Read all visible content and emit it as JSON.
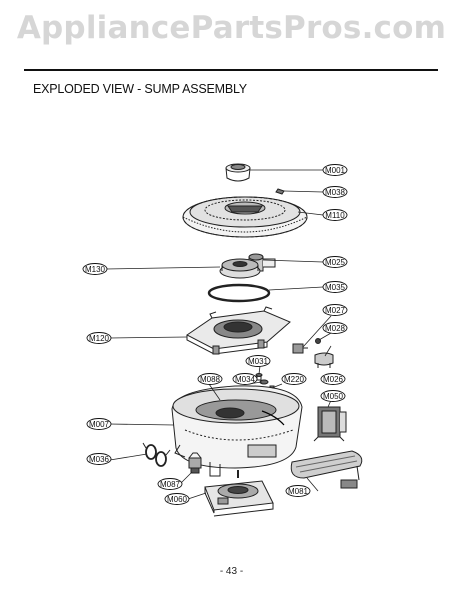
{
  "watermark": "AppliancePartsPros.com",
  "section_title": "EXPLODED VIEW - SUMP ASSEMBLY",
  "page_number": "- 43 -",
  "labels": [
    "M001",
    "M038",
    "M110",
    "M025",
    "M130",
    "M035",
    "M027",
    "M028",
    "M120",
    "M031",
    "M088",
    "M034",
    "M220",
    "M026",
    "M050",
    "M007",
    "M036",
    "M087",
    "M081",
    "M060"
  ]
}
